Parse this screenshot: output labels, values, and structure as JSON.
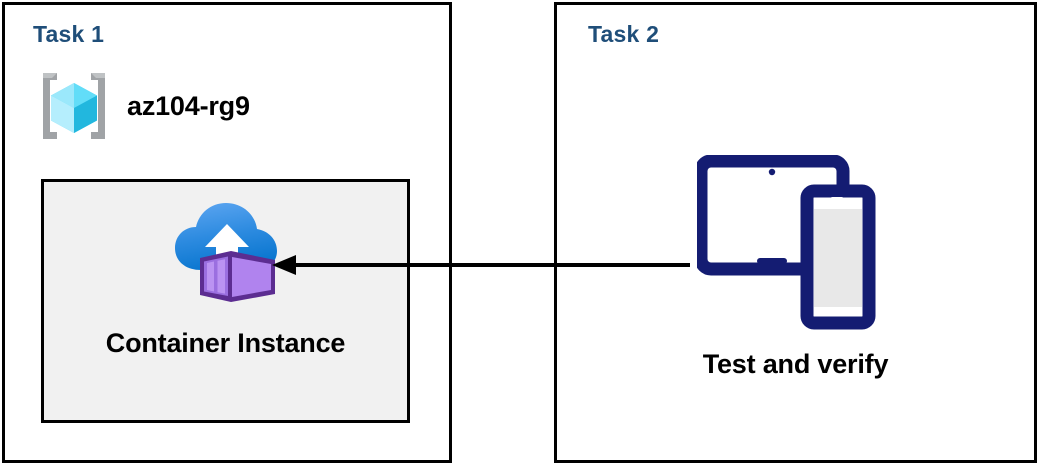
{
  "diagram": {
    "title_color": "#1F4E79",
    "panels": [
      {
        "id": "task1",
        "title": "Task 1",
        "resource_group": {
          "icon": "azure-resource-group-icon",
          "name": "az104-rg9"
        },
        "inner_box": {
          "icon": "azure-container-instance-icon",
          "label": "Container Instance",
          "fill_color": "#F1F1F1",
          "border_color": "#000000"
        }
      },
      {
        "id": "task2",
        "title": "Task 2",
        "item": {
          "icon": "tablet-and-phone-devices-icon",
          "label": "Test and verify"
        }
      }
    ],
    "connector": {
      "name": "flow-arrow-right-to-left",
      "direction": "left",
      "color": "#000000",
      "from": "Test and verify",
      "to": "Container Instance"
    },
    "palette": {
      "resource_group_bracket": "#A0A3A6",
      "cube_light": "#9BE5FA",
      "cube_mid": "#32CFF5",
      "cube_dark": "#1CA7CC",
      "cloud_top": "#57A0EF",
      "cloud_bottom": "#0E7AD1",
      "container_light": "#B083EE",
      "container_mid": "#9B6FE0",
      "container_dark": "#5C2D91",
      "device_navy": "#141C72",
      "device_screen_gray": "#E8E8E8"
    }
  }
}
